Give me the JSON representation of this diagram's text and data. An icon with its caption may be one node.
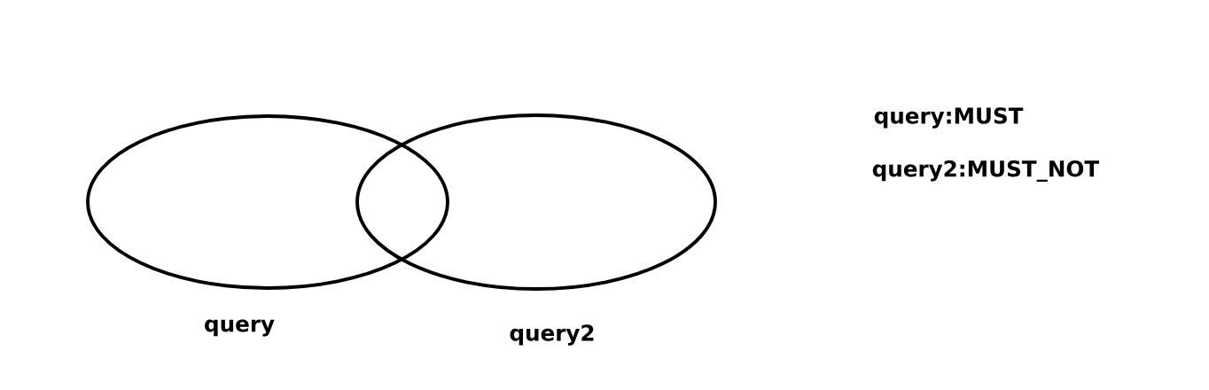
{
  "diagram": {
    "nodes": [
      {
        "text": [],
        "shape": "ellipse",
        "beside": [
          "query"
        ]
      },
      {
        "text": [],
        "shape": "ellipse",
        "beside": [
          "query2"
        ]
      }
    ],
    "labels": [
      "query:MUST",
      "query2:MUST_NOT"
    ]
  }
}
